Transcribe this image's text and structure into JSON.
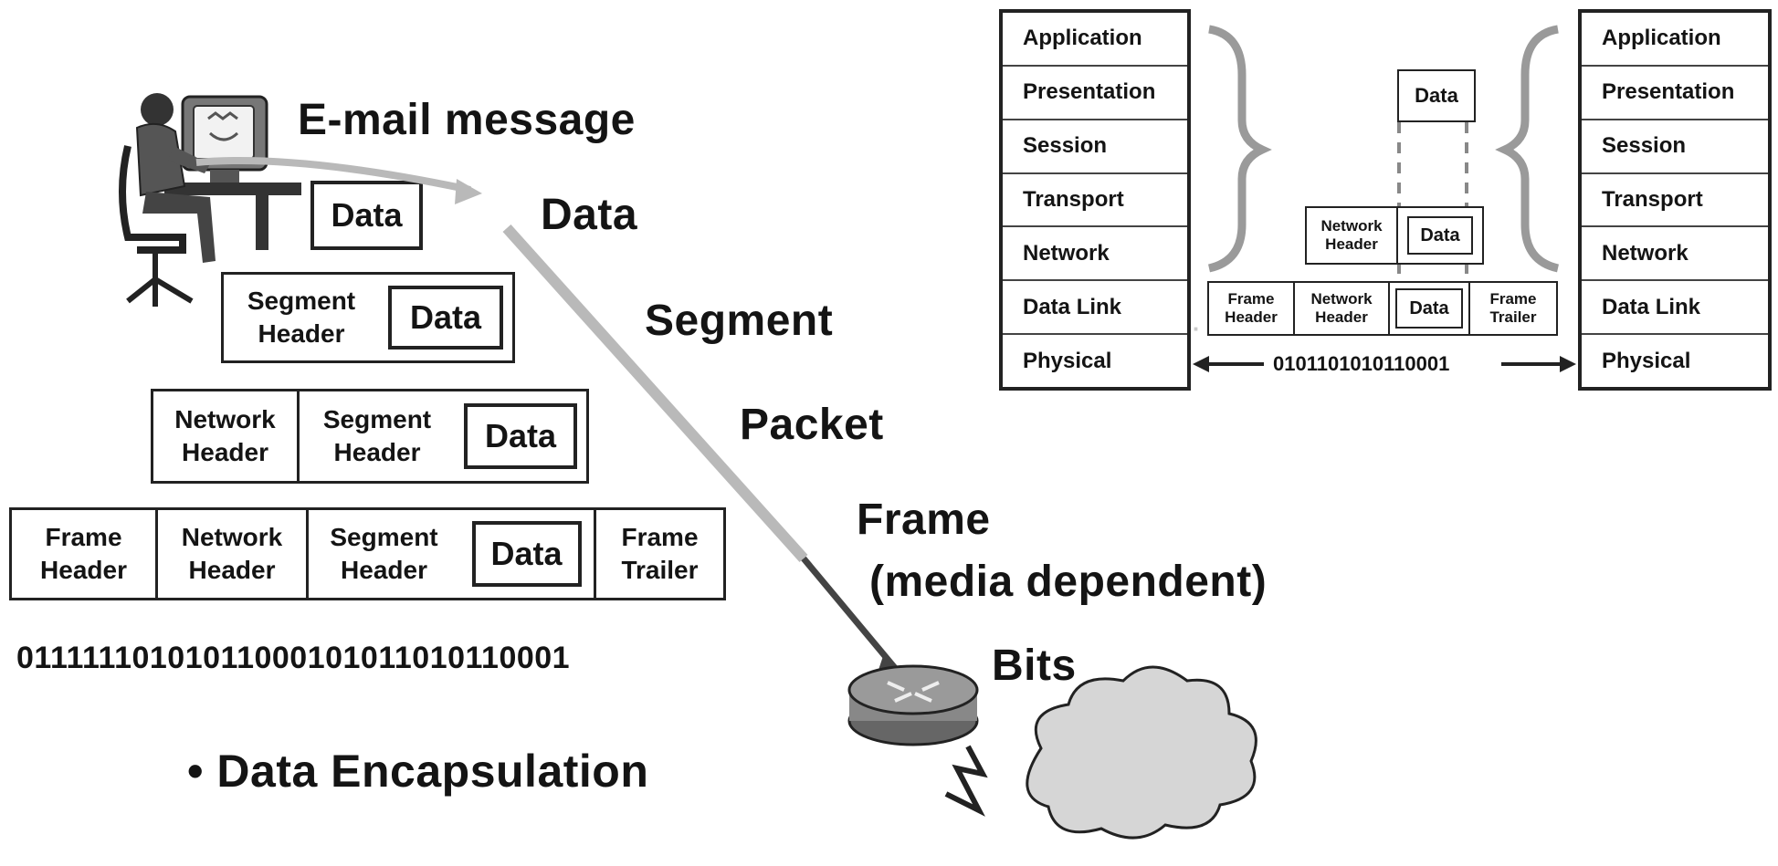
{
  "left": {
    "email_label": "E-mail message",
    "data_box": "Data",
    "segment_row": {
      "segment_header": "Segment\nHeader",
      "data": "Data"
    },
    "packet_row": {
      "network_header": "Network\nHeader",
      "segment_header": "Segment\nHeader",
      "data": "Data"
    },
    "frame_row": {
      "frame_header": "Frame\nHeader",
      "network_header": "Network\nHeader",
      "segment_header": "Segment\nHeader",
      "data": "Data",
      "frame_trailer": "Frame\nTrailer"
    },
    "bits": "01111110101011000101011010110001",
    "caption": "• Data Encapsulation"
  },
  "path_labels": {
    "data": "Data",
    "segment": "Segment",
    "packet": "Packet",
    "frame": "Frame",
    "frame_note": "(media dependent)",
    "bits": "Bits"
  },
  "osi": {
    "left_layers": [
      "Application",
      "Presentation",
      "Session",
      "Transport",
      "Network",
      "Data Link",
      "Physical"
    ],
    "right_layers": [
      "Application",
      "Presentation",
      "Session",
      "Transport",
      "Network",
      "Data Link",
      "Physical"
    ],
    "data_top": "Data",
    "network_header": "Network\nHeader",
    "network_data": "Data",
    "frame_header": "Frame\nHeader",
    "frame_network_header": "Network\nHeader",
    "frame_data": "Data",
    "frame_trailer": "Frame\nTrailer",
    "bits": "0101101010110001"
  },
  "colors": {
    "ink": "#141414",
    "arrow": "#b9b9b9",
    "ghost": "#c9c9c9",
    "cloud": "#d6d6d6"
  }
}
